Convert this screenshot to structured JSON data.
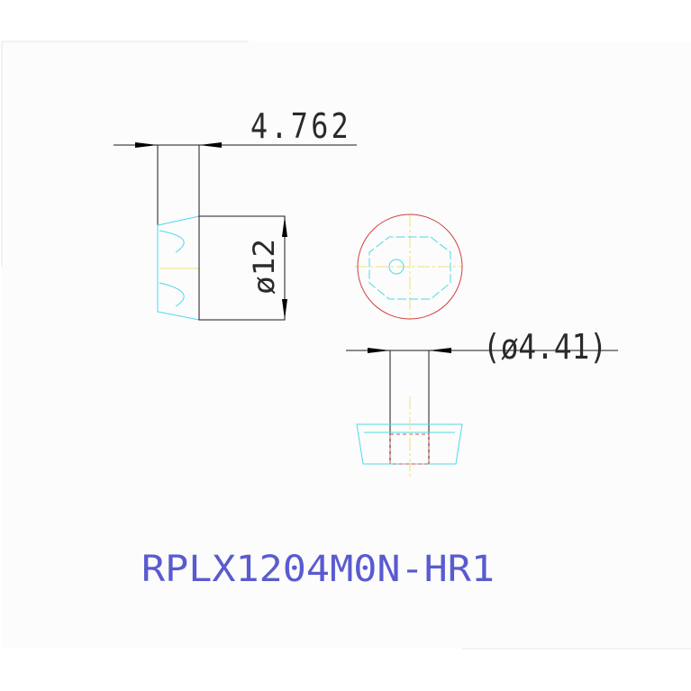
{
  "drawing": {
    "dimensions": {
      "width_label": "4.762",
      "diameter_label": "ø12",
      "hole_diameter_label": "(ø4.41)"
    },
    "part_number": "RPLX1204M0N-HR1"
  },
  "colors": {
    "background": "#ffffff",
    "sheet": "#fbfcfb",
    "sheet_border": "#e6e8e6",
    "dimension_line": "#1a1a1a",
    "dimension_text": "#2a2a2a",
    "profile_cyan": "#4fd8ea",
    "center_line_yellow": "#f3e07a",
    "hidden_line_red": "#e05050",
    "circle_red": "#d04040",
    "title_blue": "#5a5ad0"
  }
}
